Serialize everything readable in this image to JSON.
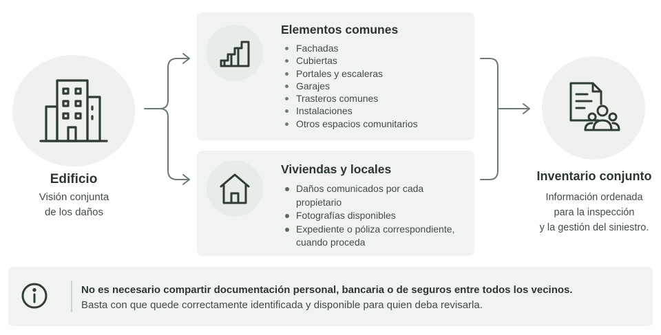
{
  "building": {
    "title": "Edificio",
    "subtitle_line1": "Visión conjunta",
    "subtitle_line2": "de los daños",
    "icon": "building-icon"
  },
  "common_elements": {
    "title": "Elementos comunes",
    "icon": "stairs-icon",
    "items": [
      "Fachadas",
      "Cubiertas",
      "Portales y escaleras",
      "Garajes",
      "Trasteros comunes",
      "Instalaciones",
      "Otros espacios comunitarios"
    ]
  },
  "homes": {
    "title": "Viviendas y locales",
    "icon": "house-icon",
    "items": [
      "Daños comunicados por cada propietario",
      "Fotografías disponibles",
      "Expediente o póliza correspondiente, cuando proceda"
    ]
  },
  "inventory": {
    "title": "Inventario conjunto",
    "subtitle_line1": "Información ordenada",
    "subtitle_line2": "para la inspección",
    "subtitle_line3": "y la gestión del siniestro.",
    "icon": "document-people-icon"
  },
  "info": {
    "icon": "info-icon",
    "bold_text": "No es necesario compartir documentación personal, bancaria o de seguros entre todos los vecinos.",
    "normal_text": "Basta con que quede correctamente identificada y disponible para quien deba revisarla."
  },
  "colors": {
    "icon_stroke": "#2f3d35",
    "connector": "#6b7a71",
    "card_bg": "#f1f3f1",
    "circle_bg": "#eef1ee"
  }
}
